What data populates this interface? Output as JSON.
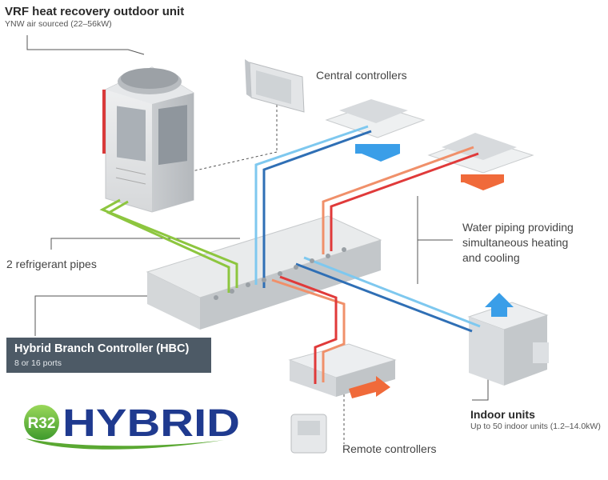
{
  "outdoor_unit": {
    "title": "VRF heat recovery outdoor unit",
    "subtitle": "YNW air sourced (22–56kW)"
  },
  "central_controllers": {
    "label": "Central controllers"
  },
  "water_piping": {
    "line1": "Water piping providing",
    "line2": "simultaneous heating",
    "line3": "and cooling"
  },
  "refrigerant_pipes": {
    "label": "2 refrigerant pipes"
  },
  "hbc": {
    "title": "Hybrid Branch Controller (HBC)",
    "subtitle": "8 or 16 ports"
  },
  "indoor_units": {
    "title": "Indoor units",
    "subtitle": "Up to 50 indoor units (1.2–14.0kW)"
  },
  "remote_controllers": {
    "label": "Remote controllers"
  },
  "logo": {
    "badge": "R32",
    "word": "HYBRID"
  },
  "colors": {
    "green_pipe": "#8dc63f",
    "light_blue_pipe": "#7ec8ef",
    "dark_blue_pipe": "#2f6fb5",
    "red_pipe": "#e03a3a",
    "salmon_pipe": "#f0906a",
    "cool_arrow": "#3a9ee8",
    "warm_arrow": "#f06a3a",
    "hbc_box": "#4d5a66",
    "logo_blue": "#1f3a8f",
    "logo_green": "#5aa832"
  }
}
